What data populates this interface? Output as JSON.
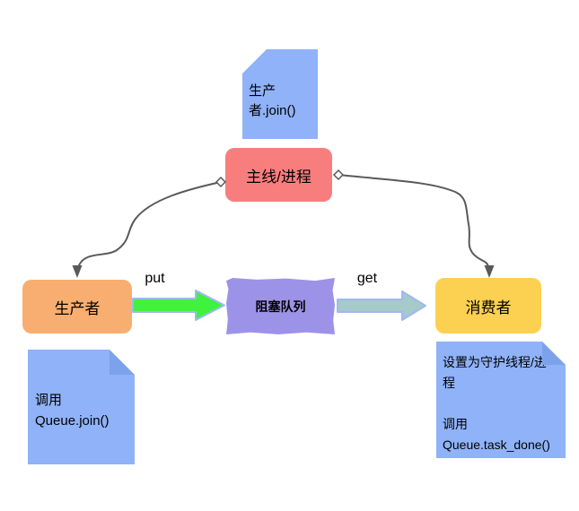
{
  "nodes": {
    "main": {
      "label": "主线/进程",
      "fill": "#f87e7e"
    },
    "producer": {
      "label": "生产者",
      "fill": "#f8ae70"
    },
    "queue": {
      "label": "阻塞队列",
      "fill": "#9c93e8"
    },
    "consumer": {
      "label": "消费者",
      "fill": "#fcd050"
    }
  },
  "edges": {
    "put": {
      "label": "put",
      "fill": "#3ef23e"
    },
    "get": {
      "label": "get",
      "fill": "#a6c9c9"
    }
  },
  "notes": {
    "top": {
      "lines": [
        "生产",
        "者.join()"
      ]
    },
    "bottom_left": {
      "lines": [
        "调用",
        "Queue.join()"
      ]
    },
    "bottom_right": {
      "lines": [
        "设置为守护线程/进",
        "程",
        "",
        "调用",
        "Queue.task_done()"
      ]
    }
  },
  "colors": {
    "note_blue": "#8fb2f8",
    "note_fold": "#7ca2ec",
    "main_red": "#f87e7e",
    "producer_orange": "#f8ae70",
    "queue_purple": "#9c93e8",
    "consumer_yellow": "#fcd050",
    "put_green": "#3ef23e",
    "get_teal": "#a6c9c9",
    "fat_arrow_border": "#9fb9f2",
    "edge_gray": "#595959",
    "background": "#ffffff"
  }
}
